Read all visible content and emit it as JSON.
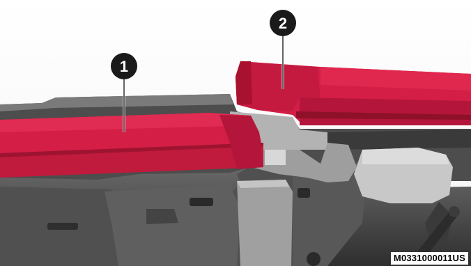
{
  "callouts": [
    {
      "number": "1",
      "part": "first red component"
    },
    {
      "number": "2",
      "part": "second red component"
    }
  ],
  "figure_code": "M0331000011US",
  "colors": {
    "highlight_red": "#d41e45",
    "highlight_red_shadow": "#a8122f",
    "chassis_dark": "#3e3e3e",
    "chassis_mid": "#5a5a5a",
    "chassis_light": "#9a9a9a",
    "callout_fill": "#1a1a1a"
  }
}
